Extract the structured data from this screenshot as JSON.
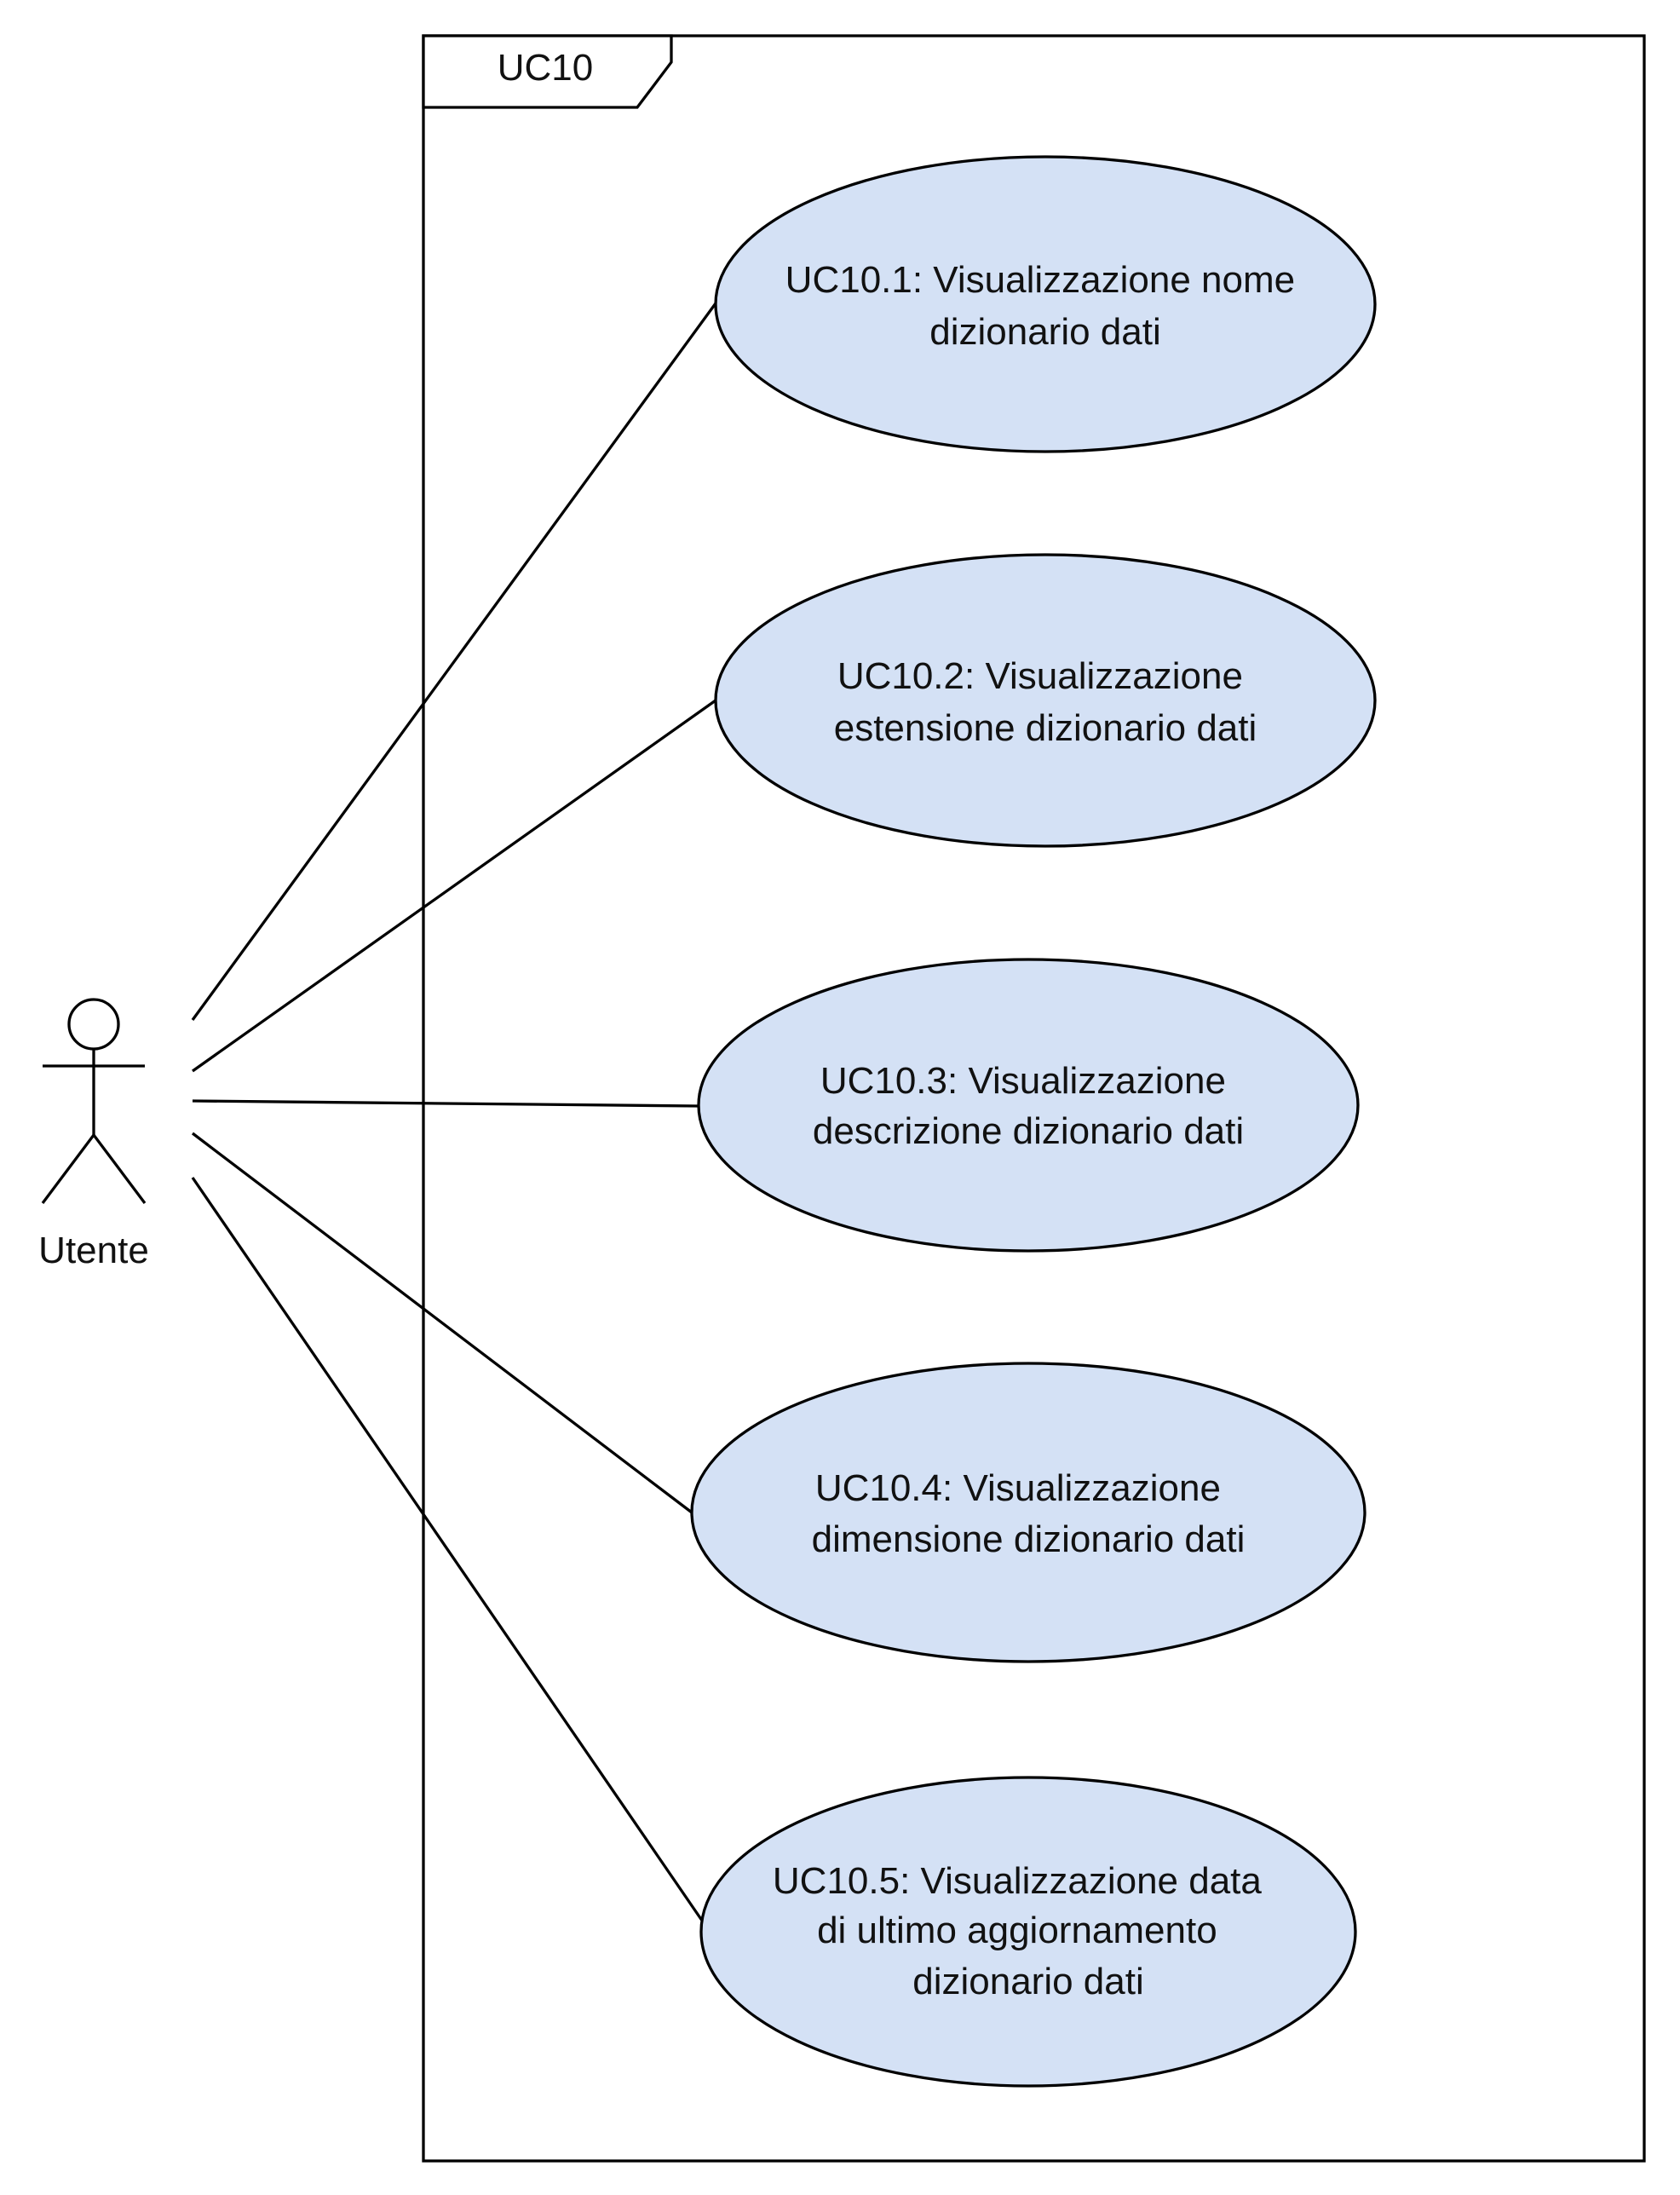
{
  "frame": {
    "title": "UC10"
  },
  "actor": {
    "name": "Utente"
  },
  "colors": {
    "usecase_fill": "#d4e1f5",
    "stroke": "#000000",
    "background": "#ffffff"
  },
  "use_cases": [
    {
      "id": "uc10-1",
      "lines": [
        "UC10.1: Visualizzazione nome",
        "dizionario dati"
      ]
    },
    {
      "id": "uc10-2",
      "lines": [
        "UC10.2: Visualizzazione",
        "estensione dizionario dati"
      ]
    },
    {
      "id": "uc10-3",
      "lines": [
        "UC10.3: Visualizzazione",
        "descrizione dizionario dati"
      ]
    },
    {
      "id": "uc10-4",
      "lines": [
        "UC10.4: Visualizzazione",
        "dimensione dizionario dati"
      ]
    },
    {
      "id": "uc10-5",
      "lines": [
        "UC10.5: Visualizzazione data",
        "di ultimo aggiornamento",
        "dizionario dati"
      ]
    }
  ]
}
